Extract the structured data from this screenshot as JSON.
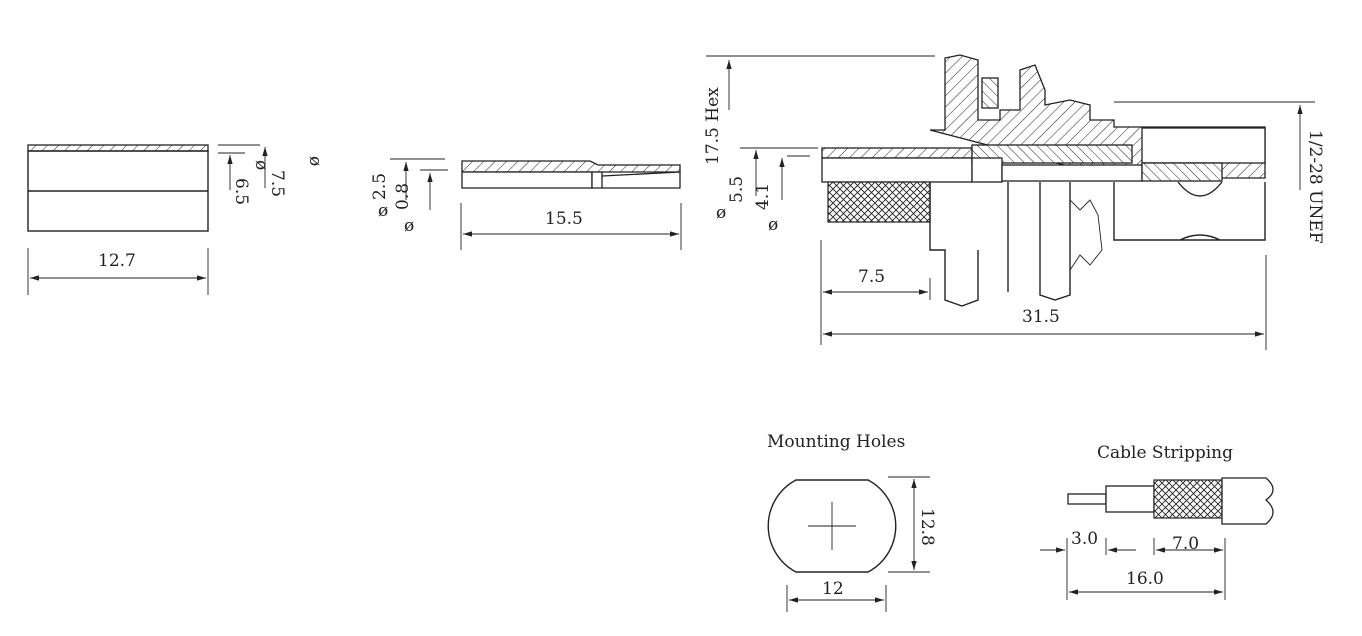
{
  "sleeve": {
    "length": "12.7",
    "inner_dia": "6.5",
    "outer_dia": "7.5",
    "dia_symbol": "ø"
  },
  "pin": {
    "length": "15.5",
    "dia_outer": "2.5",
    "dia_inner": "0.8",
    "dia_symbol": "ø"
  },
  "connector": {
    "hex": "17.5 Hex",
    "dia_a": "5.5",
    "dia_b": "4.1",
    "dia_symbol": "ø",
    "thread": "1/2-28 UNEF",
    "crimp_length": "7.5",
    "total_length": "31.5"
  },
  "mounting_holes": {
    "title": "Mounting Holes",
    "height": "12.8",
    "width": "12"
  },
  "cable_stripping": {
    "title": "Cable Stripping",
    "dim_a": "3.0",
    "dim_b": "7.0",
    "dim_total": "16.0"
  }
}
